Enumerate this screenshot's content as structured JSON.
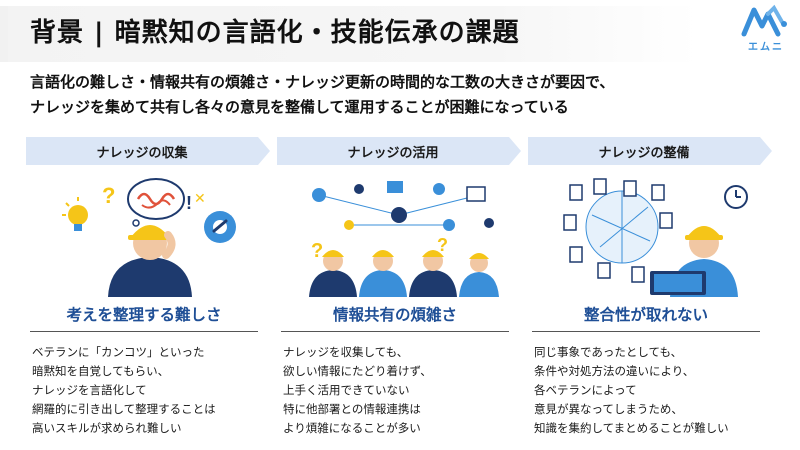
{
  "header": {
    "title": "背景 | 暗黙知の言語化・技能伝承の課題",
    "logo_text": "エムニ"
  },
  "lead": {
    "line1": "言語化の難しさ・情報共有の煩雑さ・ナレッジ更新の時間的な工数の大きさが要因で、",
    "line2": "ナレッジを集めて共有し各々の意見を整備して運用することが困難になっている"
  },
  "columns": [
    {
      "tag": "ナレッジの収集",
      "heading": "考えを整理する難しさ",
      "lines": [
        "ベテランに「カンコツ」といった",
        "暗黙知を自覚してもらい、",
        "ナレッジを言語化して",
        "網羅的に引き出して整理することは",
        "高いスキルが求められ難しい"
      ]
    },
    {
      "tag": "ナレッジの活用",
      "heading": "情報共有の煩雑さ",
      "lines": [
        "ナレッジを収集しても、",
        "欲しい情報にたどり着けず、",
        "上手く活用できていない",
        "特に他部署との情報連携は",
        "より煩雑になることが多い"
      ]
    },
    {
      "tag": "ナレッジの整備",
      "heading": "整合性が取れない",
      "lines": [
        "同じ事象であったとしても、",
        "条件や対処方法の違いにより、",
        "各ベテランによって",
        "意見が異なってしまうため、",
        "知識を集約してまとめることが難しい"
      ]
    }
  ],
  "colors": {
    "accent_blue": "#1f4f96",
    "chevron_bg": "#dbe6f6",
    "helmet_yellow": "#f5c518",
    "shirt_navy": "#1e3a6e",
    "icon_blue": "#3a8fd9"
  }
}
